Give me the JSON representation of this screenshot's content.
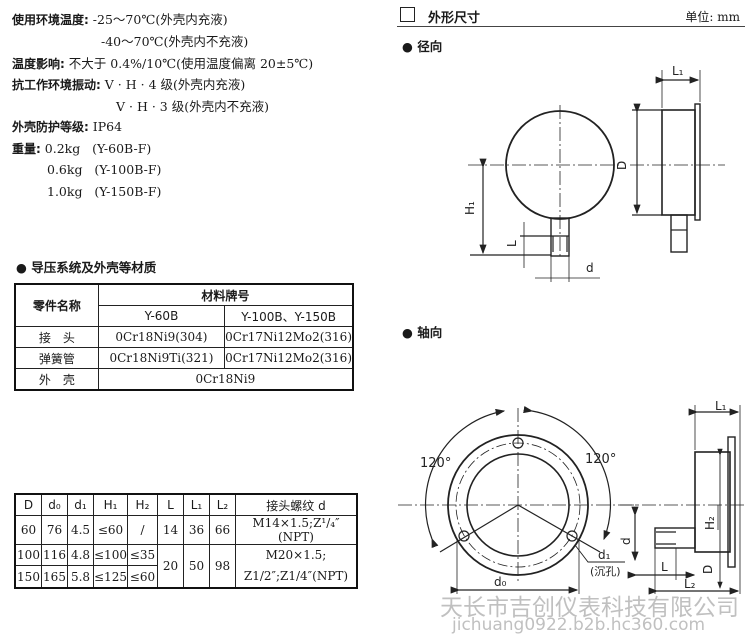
{
  "specs": {
    "env_temp_label": "使用环境温度:",
    "env_temp_1": "-25～70℃(外壳内充液)",
    "env_temp_2": "-40～70℃(外壳内不充液)",
    "temp_effect_label": "温度影响:",
    "temp_effect": "不大于 0.4%/10℃(使用温度偏离 20±5℃)",
    "vibration_label": "抗工作环境振动:",
    "vibration_1": "V · H · 4 级(外壳内充液)",
    "vibration_2": "V · H · 3 级(外壳内不充液)",
    "protection_label": "外壳防护等级:",
    "protection": "IP64",
    "weight_label": "重量:",
    "weights": [
      "0.2kg   (Y-60B-F)",
      "0.6kg   (Y-100B-F)",
      "1.0kg   (Y-150B-F)"
    ]
  },
  "materials": {
    "title": "导压系统及外壳等材质",
    "header_part": "零件名称",
    "header_material": "材料牌号",
    "header_col1": "Y-60B",
    "header_col2": "Y-100B、Y-150B",
    "rows": [
      {
        "part": "接　头",
        "c1": "0Cr18Ni9(304)",
        "c2": "0Cr17Ni12Mo2(316)"
      },
      {
        "part": "弹簧管",
        "c1": "0Cr18Ni9Ti(321)",
        "c2": "0Cr17Ni12Mo2(316)"
      },
      {
        "part": "外　壳",
        "c1": "0Cr18Ni9"
      }
    ]
  },
  "dimensions": {
    "headers": [
      "D",
      "d₀",
      "d₁",
      "H₁",
      "H₂",
      "L",
      "L₁",
      "L₂",
      "接头螺纹 d"
    ],
    "row1": [
      "60",
      "76",
      "4.5",
      "≤60",
      "/",
      "14",
      "36",
      "66",
      "M14×1.5;Z¹/₄″(NPT)"
    ],
    "row2": [
      "100",
      "116",
      "4.8",
      "≤100",
      "≤35"
    ],
    "row3": [
      "150",
      "165",
      "5.8",
      "≤125",
      "≤60"
    ],
    "shared": {
      "L": "20",
      "L1": "50",
      "L2": "98",
      "thread_1": "M20×1.5;",
      "thread_2": "Z1/2″;Z1/4″(NPT)"
    }
  },
  "outline": {
    "title": "外形尺寸",
    "unit": "单位: mm",
    "radial_title": "径向",
    "axial_title": "轴向",
    "labels": {
      "L1": "L₁",
      "D": "D",
      "H1": "H₁",
      "L": "L",
      "d": "d",
      "angle": "120°",
      "d0": "d₀",
      "d1": "d₁",
      "hole": "(沉孔)",
      "H2": "H₂",
      "L2": "L₂"
    }
  },
  "watermark": {
    "company": "天长市吉创仪表科技有限公司",
    "url": "jichuang0922.b2b.hc360.com"
  }
}
